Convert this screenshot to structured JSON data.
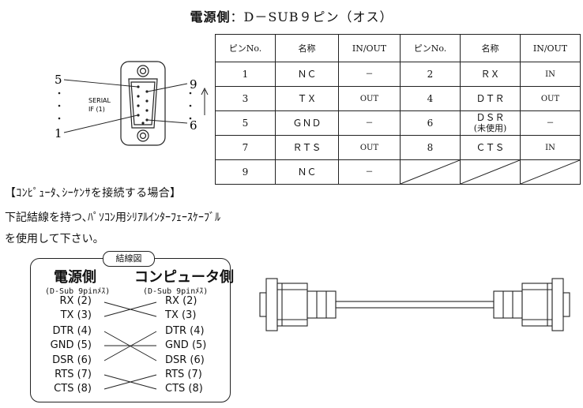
{
  "title": {
    "bold": "電源側",
    "rest": "：D－SUB９ピン（オス）"
  },
  "pin_table": {
    "headers": [
      "ピンNo.",
      "名称",
      "IN/OUT",
      "ピンNo.",
      "名称",
      "IN/OUT"
    ],
    "rows": [
      [
        "1",
        "ＮＣ",
        "－",
        "2",
        "ＲＸ",
        "IN"
      ],
      [
        "3",
        "ＴＸ",
        "OUT",
        "4",
        "ＤＴＲ",
        "OUT"
      ],
      [
        "5",
        "ＧＮＤ",
        "－",
        "6",
        "ＤＳＲ",
        "－"
      ],
      [
        "7",
        "ＲＴＳ",
        "OUT",
        "8",
        "ＣＴＳ",
        "IN"
      ],
      [
        "9",
        "ＮＣ",
        "－",
        "",
        "",
        ""
      ]
    ],
    "note_row3": "(未使用)"
  },
  "connector": {
    "label_line1": "SERIAL",
    "label_line2": "IF (1)",
    "pins": [
      "5",
      "1",
      "9",
      "6"
    ]
  },
  "text": {
    "heading": "【ｺﾝﾋﾟｭｰﾀ､ｼｰｹﾝｻを接続する場合】",
    "line1": "下記結線を持つ､ﾊﾟｿｺﾝ用ｼﾘｱﾙｲﾝﾀｰﾌｪｰｽｹｰﾌﾞﾙ",
    "line2": "を使用して下さい。"
  },
  "wiring": {
    "label": "結線図",
    "left_title": "電源側",
    "left_sub": "(D-Sub 9pinﾒｽ)",
    "right_title": "コンピュータ側",
    "right_sub": "(D-Sub 9pinﾒｽ)",
    "left_signals": [
      "RX (2)",
      "TX (3)",
      "DTR (4)",
      "GND (5)",
      "DSR (6)",
      "RTS (7)",
      "CTS (8)"
    ],
    "right_signals": [
      "RX (2)",
      "TX (3)",
      "DTR (4)",
      "GND (5)",
      "DSR (6)",
      "RTS (7)",
      "CTS (8)"
    ]
  }
}
